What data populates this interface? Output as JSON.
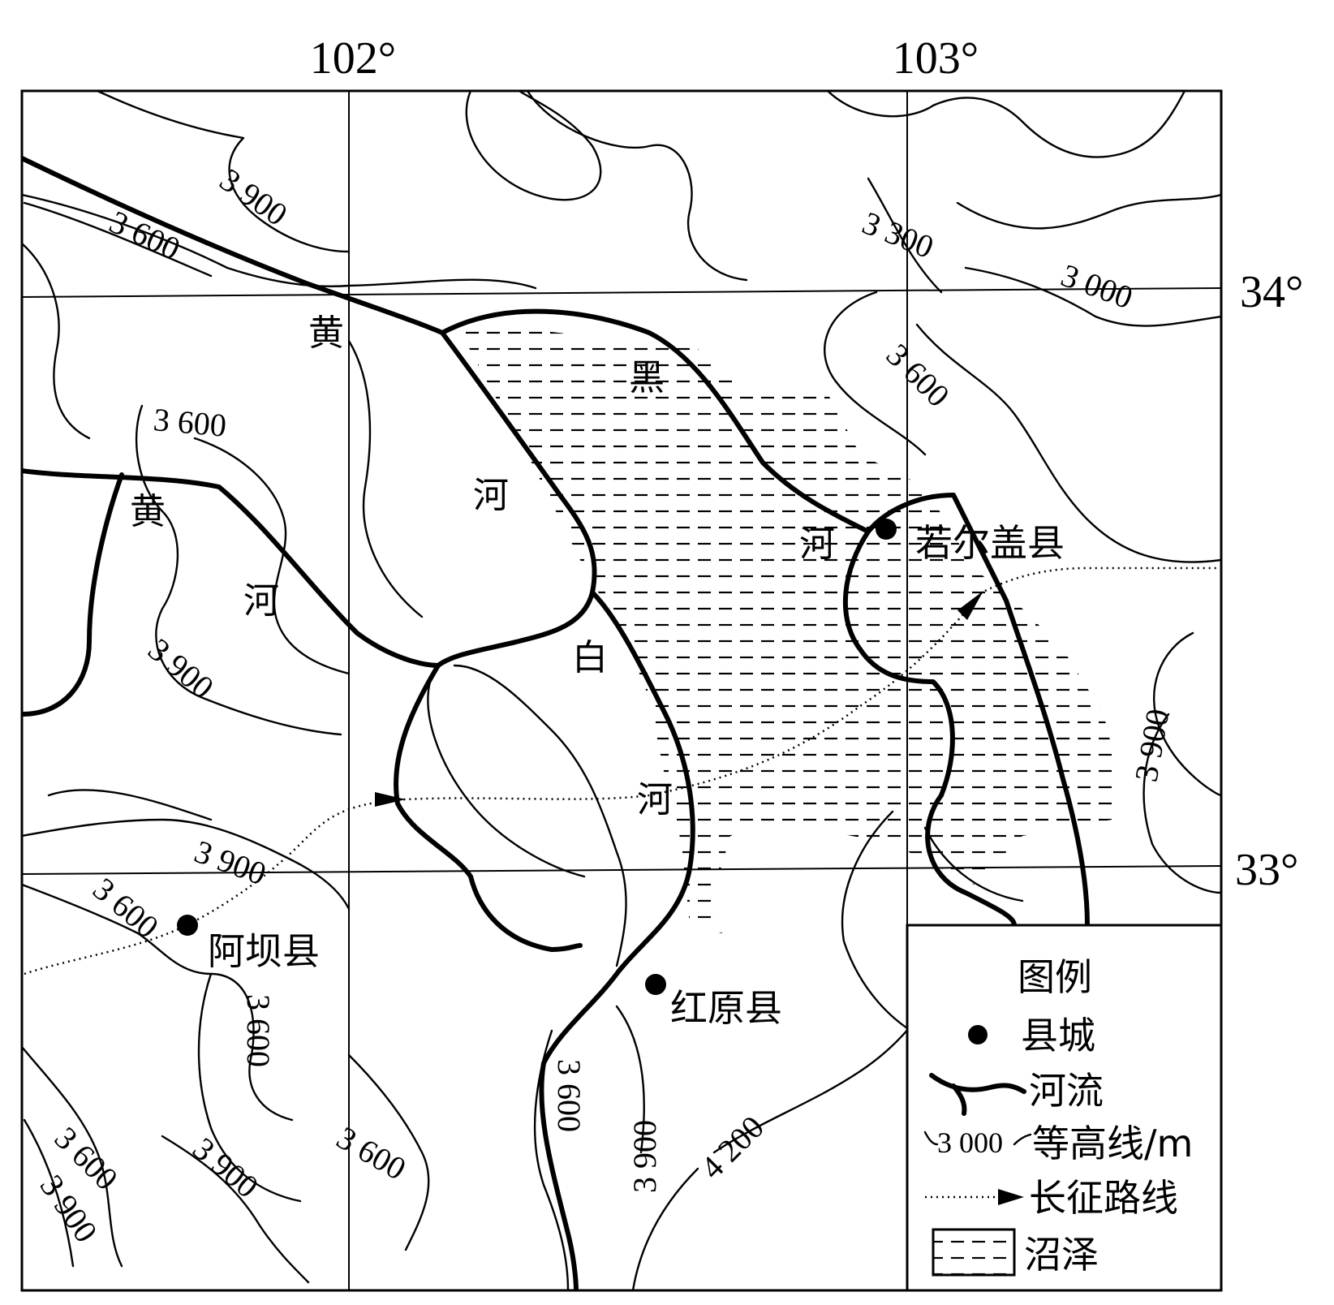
{
  "map": {
    "longitude_labels": [
      "102°",
      "103°"
    ],
    "latitude_labels": [
      "34°",
      "33°"
    ]
  },
  "places": {
    "ruoergai": "若尔盖县",
    "aba": "阿坝县",
    "hongyuan": "红原县"
  },
  "rivers": {
    "huang_upper_1": "黄",
    "huang_left_1": "黄",
    "huang_left_2": "河",
    "hei_1": "黑",
    "hei_2": "河",
    "hei_3": "河",
    "bai_1": "白",
    "bai_2": "河"
  },
  "contours": {
    "c3900_nw": "3 900",
    "c3600_nw": "3 600",
    "c3600_w": "3 600",
    "c3900_w": "3 900",
    "c3300_ne": "3 300",
    "c3000_ne": "3 000",
    "c3600_ne": "3 600",
    "c3900_e": "3 900",
    "c3900_aba": "3 900",
    "c3600_aba": "3 600",
    "c3600_s1": "3 600",
    "c3600_sw": "3 600",
    "c3900_sw": "3 900",
    "c3900_sw2": "3 900",
    "c3600_s2": "3 600",
    "c3600_s3": "3 600",
    "c3900_s": "3 900",
    "c4200_s": "4 200"
  },
  "legend": {
    "title": "图例",
    "county": "县城",
    "river": "河流",
    "contour_sample": "3 000",
    "contour": "等高线/m",
    "route": "长征路线",
    "swamp": "沼泽"
  }
}
